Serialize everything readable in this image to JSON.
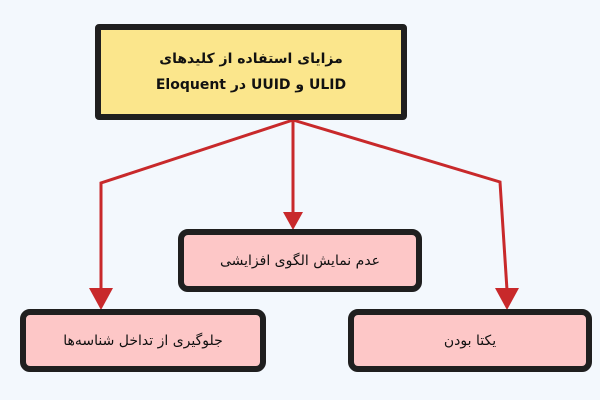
{
  "root": {
    "line1": "مزایای استفاده از کلیدهای",
    "line2": "ULID و UUID  در Eloquent"
  },
  "nodes": {
    "middle": "عدم نمایش الگوی افزایشی",
    "left": "جلوگیری از تداخل شناسه‌ها",
    "right": "یکتا بودن"
  },
  "colors": {
    "root_fill": "#fbe68c",
    "node_fill": "#fdc7c7",
    "arrow": "#c8292b",
    "border": "#1f1f1f"
  }
}
